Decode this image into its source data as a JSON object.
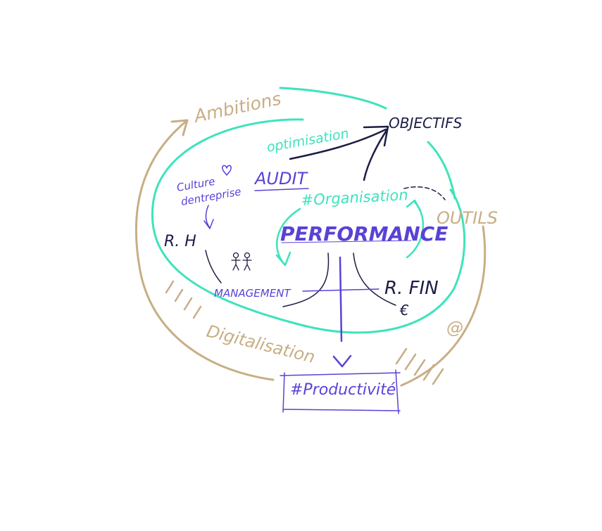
{
  "labels": {
    "ambitions": "Ambitions",
    "objectifs": "OBJECTIFS",
    "optimisation": "optimisation",
    "audit": "AUDIT",
    "culture_line1": "Culture",
    "culture_line2": "dentreprise",
    "organisation": "#Organisation",
    "outils": "OUTILS",
    "rh": "R. H",
    "performance": "PERFORMANCE",
    "management": "MANAGEMENT",
    "rfin": "R. FIN",
    "euro": "€",
    "at_sign": "@",
    "digitalisation": "Digitalisation",
    "productivite": "#Productivité"
  },
  "colors": {
    "tan": "#c8ae85",
    "teal": "#3ee3bd",
    "navy": "#1c1d45",
    "purple": "#5a42d6"
  },
  "icons": {
    "heart": "heart-icon",
    "people": "two-people-icon"
  }
}
